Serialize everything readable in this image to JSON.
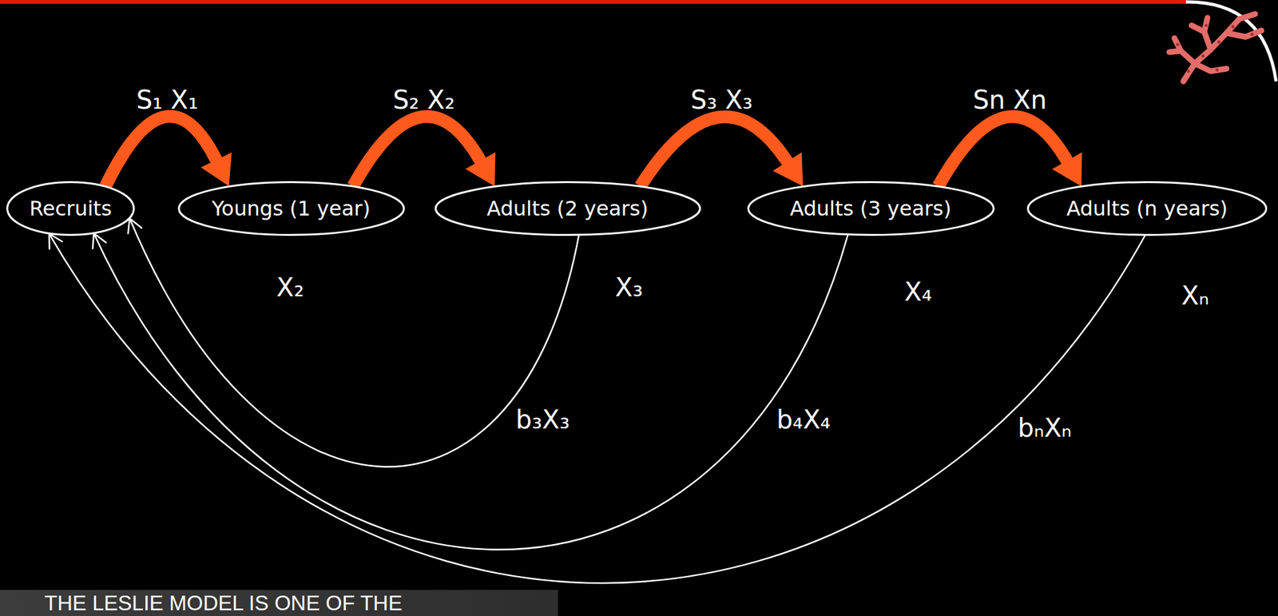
{
  "diagram": {
    "nodes": [
      {
        "text": [
          "Recruits"
        ]
      },
      {
        "text": [
          "Youngs (1 year)"
        ]
      },
      {
        "text": [
          "Adults (2 years)"
        ]
      },
      {
        "text": [
          "Adults (3 years)"
        ]
      },
      {
        "text": [
          "Adults (n years)"
        ]
      }
    ],
    "edges": [
      {
        "from": 0,
        "to": 1,
        "label": "S₁ X₁",
        "arrow": "to"
      },
      {
        "from": 1,
        "to": 2,
        "label": "S₂ X₂",
        "arrow": "to"
      },
      {
        "from": 2,
        "to": 3,
        "label": "S₃ X₃",
        "arrow": "to"
      },
      {
        "from": 3,
        "to": 4,
        "label": "Sn Xn",
        "arrow": "to"
      },
      {
        "from": 2,
        "to": 0,
        "label": "b₃X₃",
        "arrow": "to"
      },
      {
        "from": 3,
        "to": 0,
        "label": "b₄X₄",
        "arrow": "to"
      },
      {
        "from": 4,
        "to": 0,
        "label": "bₙXₙ",
        "arrow": "to"
      }
    ],
    "labels": [
      "X₂",
      "X₃",
      "X₄",
      "Xₙ",
      "THE LESLIE MODEL IS ONE OF THE"
    ]
  }
}
